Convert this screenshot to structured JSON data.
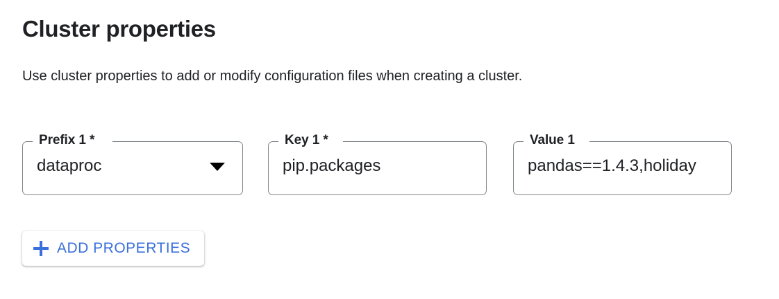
{
  "page": {
    "title": "Cluster properties",
    "description": "Use cluster properties to add or modify configuration files when creating a cluster."
  },
  "form": {
    "fields": [
      {
        "name": "prefix",
        "label": "Prefix 1 *",
        "value": "dataproc",
        "type": "select",
        "required": true,
        "icon": "chevron-down-icon"
      },
      {
        "name": "key",
        "label": "Key 1 *",
        "value": "pip.packages",
        "type": "text",
        "required": true
      },
      {
        "name": "value",
        "label": "Value 1",
        "value": "pandas==1.4.3,holiday",
        "type": "text",
        "required": false
      }
    ]
  },
  "actions": {
    "add_properties": {
      "label": "ADD PROPERTIES",
      "icon": "plus-icon"
    }
  },
  "colors": {
    "accent_blue": "#3b6fdb",
    "text_primary": "#202124",
    "field_border": "#80868b",
    "background": "#ffffff"
  }
}
